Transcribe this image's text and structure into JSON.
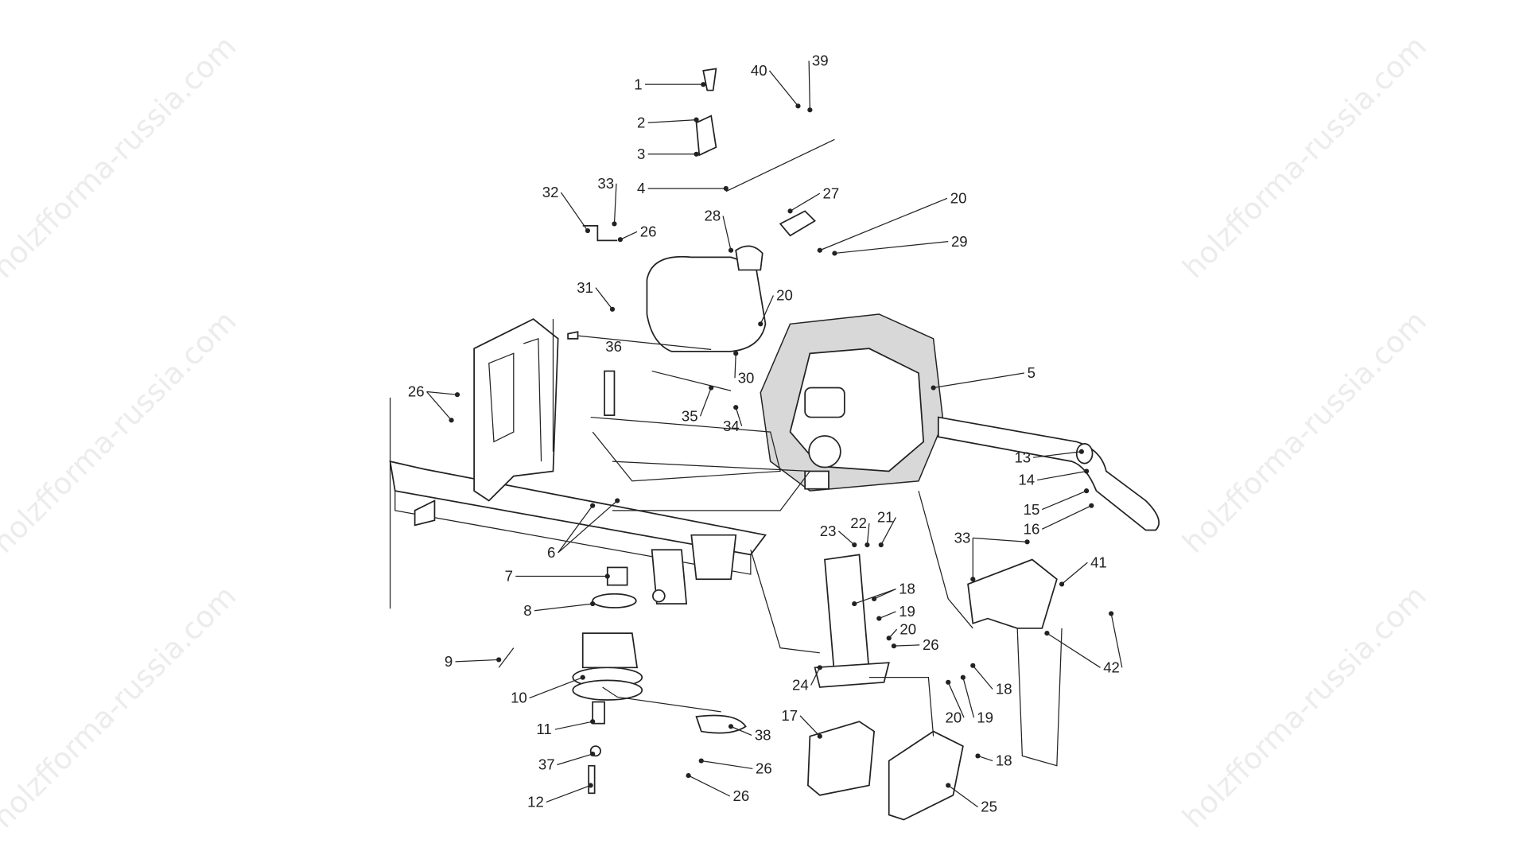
{
  "watermark": "holzfforma-russia.com",
  "callouts": [
    "1",
    "2",
    "3",
    "4",
    "40",
    "39",
    "32",
    "33",
    "26",
    "28",
    "27",
    "20",
    "29",
    "31",
    "20",
    "30",
    "36",
    "35",
    "34",
    "26",
    "5",
    "13",
    "14",
    "15",
    "16",
    "6",
    "7",
    "8",
    "9",
    "10",
    "11",
    "37",
    "12",
    "23",
    "22",
    "21",
    "18",
    "19",
    "20",
    "26",
    "24",
    "17",
    "33",
    "41",
    "42",
    "18",
    "20",
    "19",
    "38",
    "26",
    "26",
    "25",
    "18"
  ]
}
